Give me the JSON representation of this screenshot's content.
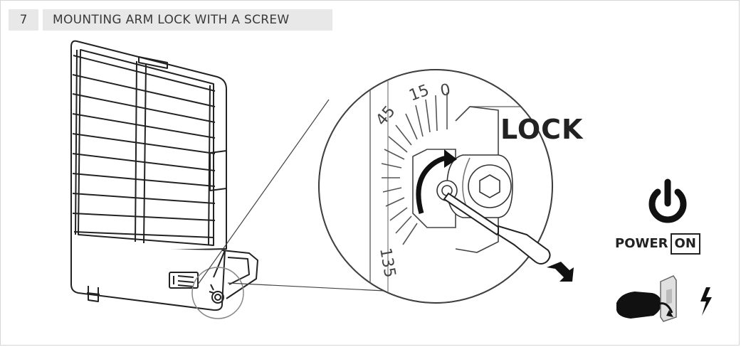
{
  "step": {
    "number": "7",
    "title": "MOUNTING ARM LOCK WITH A SCREW"
  },
  "labels": {
    "lock": "LOCK",
    "power": "POWER",
    "on": "ON"
  },
  "dial": {
    "markings": [
      "0",
      "15",
      "45",
      "135"
    ]
  },
  "icons": {
    "power": "power-icon",
    "hand_switch": "hand-switch-icon",
    "lightning": "lightning-icon",
    "screwdriver": "screwdriver-icon",
    "rotate_arrow": "rotate-arrow-icon",
    "push_arrow": "push-arrow-icon"
  },
  "colors": {
    "line": "#222222",
    "header_bg": "#e8e8e8",
    "border": "#d6d6d6"
  }
}
